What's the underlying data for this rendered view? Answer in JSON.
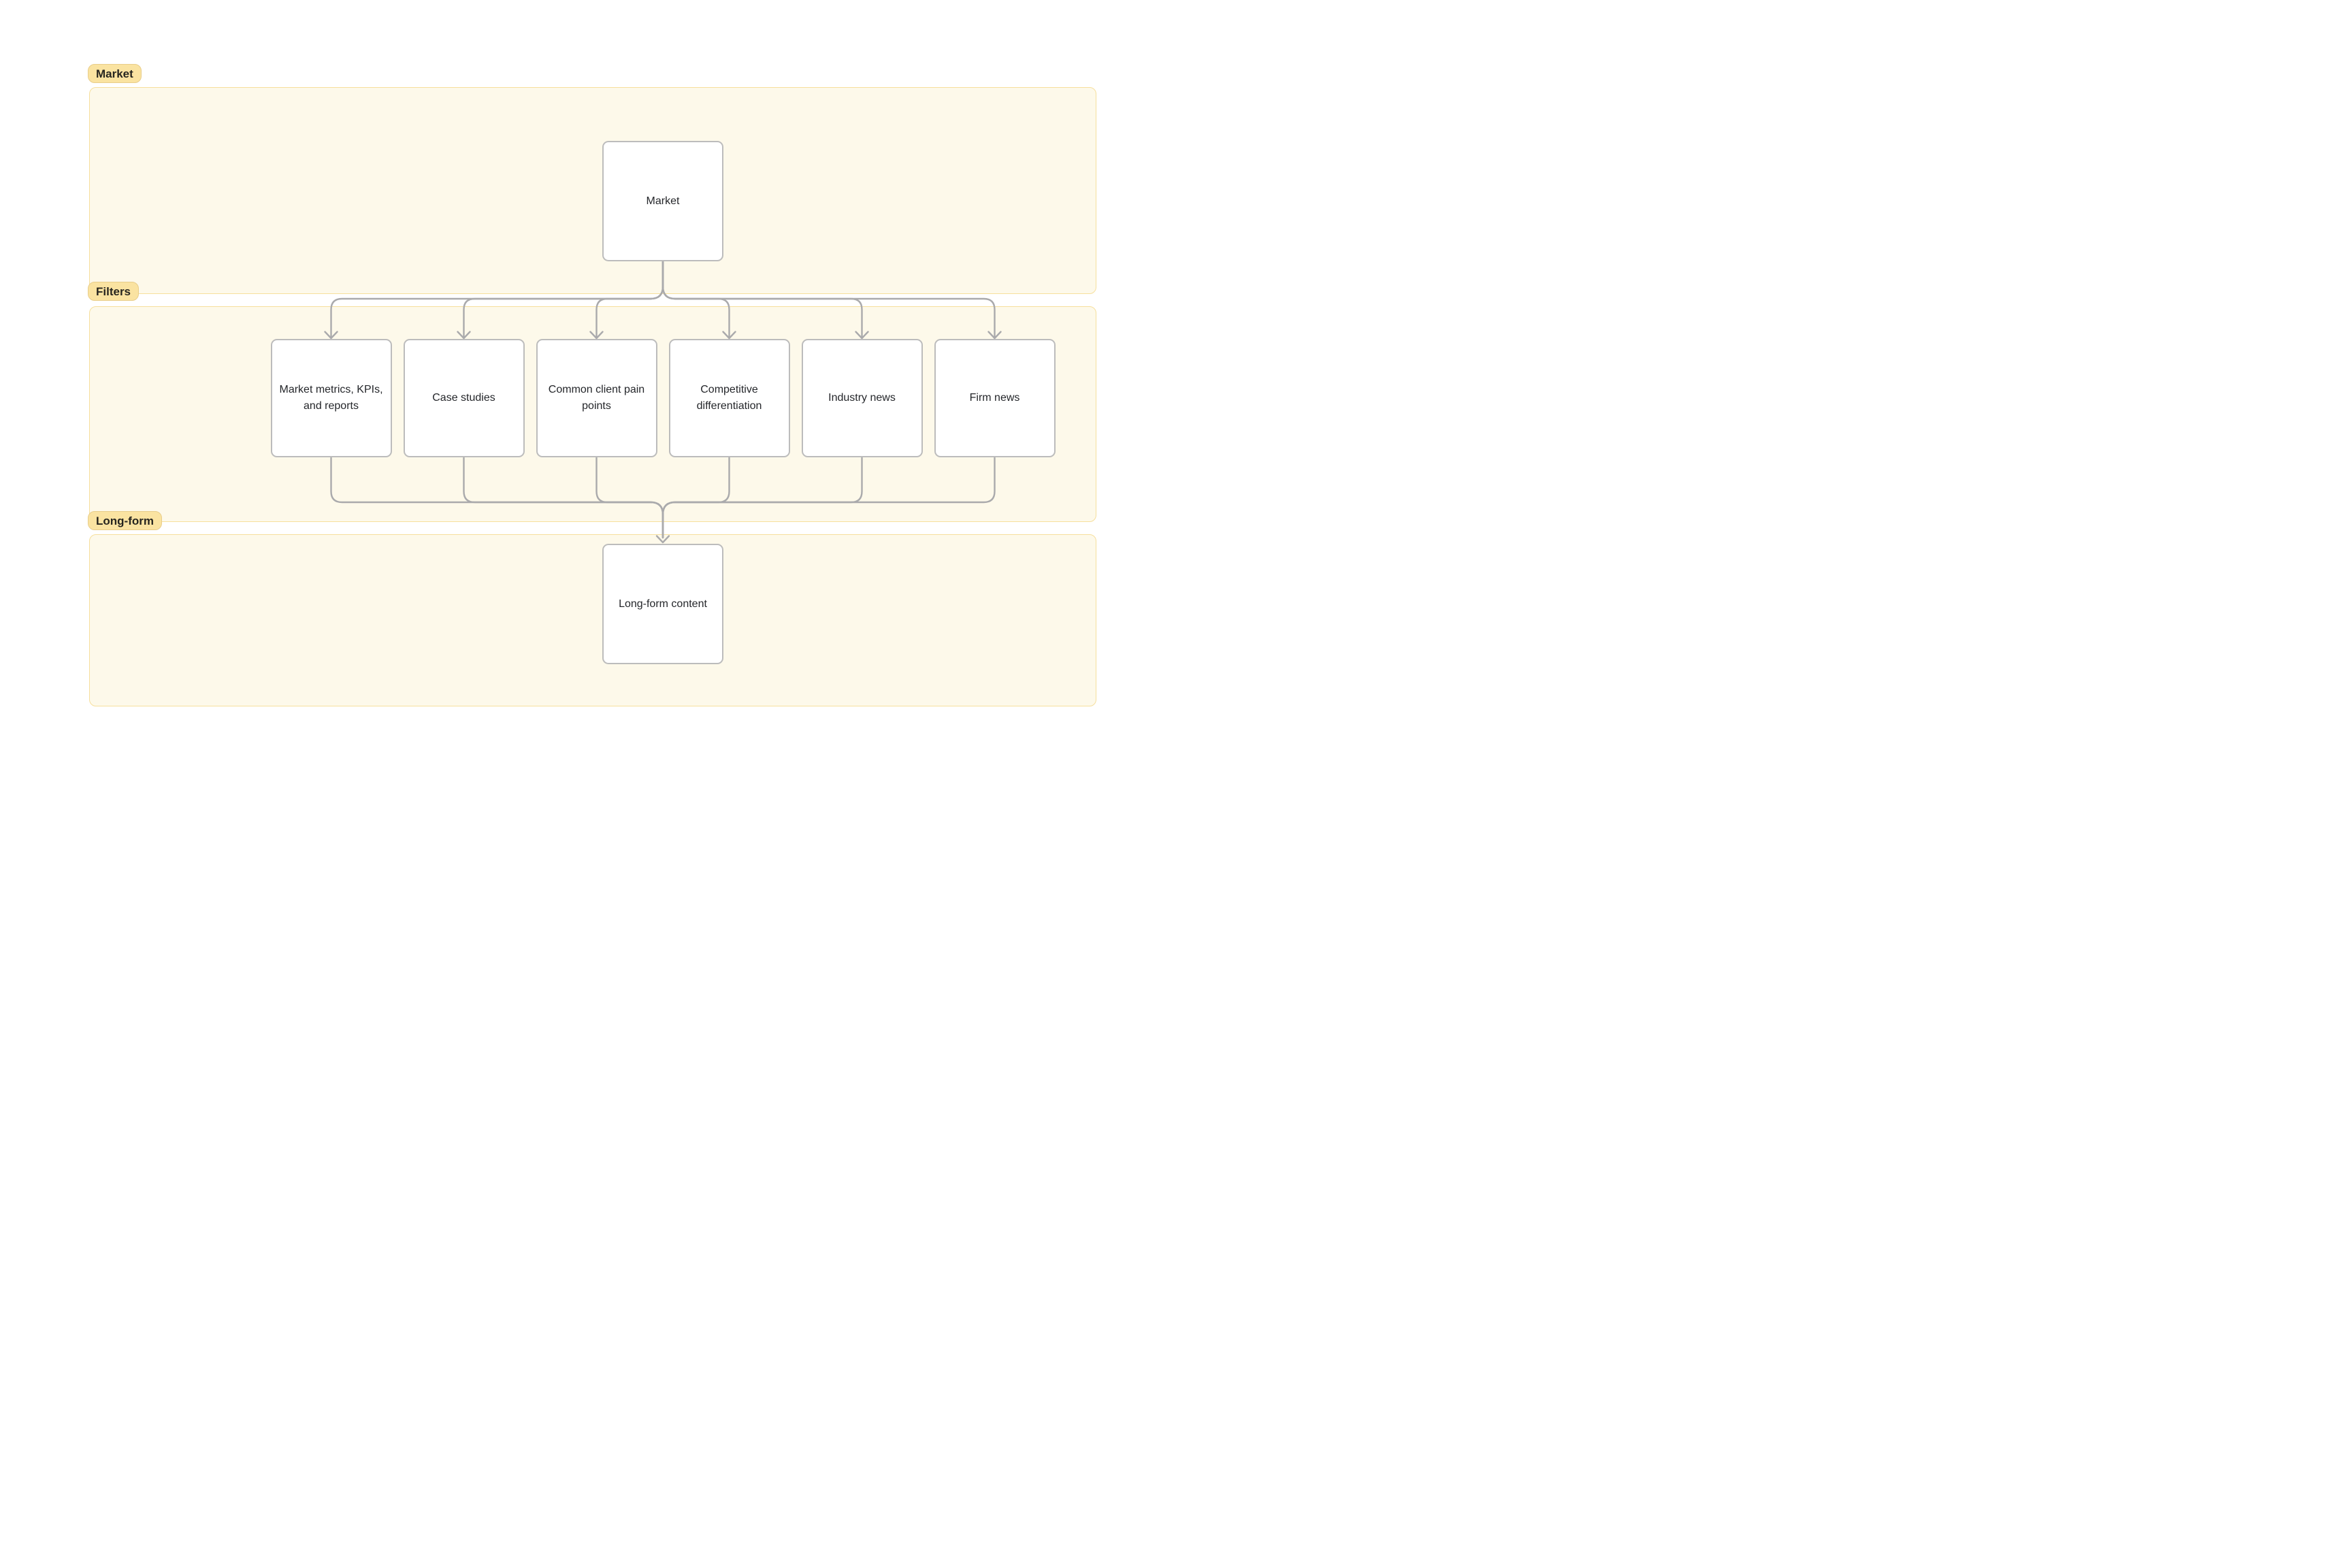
{
  "diagram": {
    "sections": [
      {
        "id": "market",
        "label": "Market"
      },
      {
        "id": "filters",
        "label": "Filters"
      },
      {
        "id": "longform",
        "label": "Long-form"
      }
    ],
    "nodes": {
      "market": {
        "label": "Market"
      },
      "filters": [
        {
          "label": "Market metrics, KPIs, and reports"
        },
        {
          "label": "Case studies"
        },
        {
          "label": "Common client pain points"
        },
        {
          "label": "Competitive differentiation"
        },
        {
          "label": "Industry news"
        },
        {
          "label": "Firm news"
        }
      ],
      "longform": {
        "label": "Long-form content"
      }
    },
    "edges": [
      {
        "from": "Market",
        "to": "Market metrics, KPIs, and reports"
      },
      {
        "from": "Market",
        "to": "Case studies"
      },
      {
        "from": "Market",
        "to": "Common client pain points"
      },
      {
        "from": "Market",
        "to": "Competitive differentiation"
      },
      {
        "from": "Market",
        "to": "Industry news"
      },
      {
        "from": "Market",
        "to": "Firm news"
      },
      {
        "from": "Market metrics, KPIs, and reports",
        "to": "Long-form content"
      },
      {
        "from": "Case studies",
        "to": "Long-form content"
      },
      {
        "from": "Common client pain points",
        "to": "Long-form content"
      },
      {
        "from": "Competitive differentiation",
        "to": "Long-form content"
      },
      {
        "from": "Industry news",
        "to": "Long-form content"
      },
      {
        "from": "Firm news",
        "to": "Long-form content"
      }
    ],
    "colors": {
      "page_background": "#ffffff",
      "section_background": "#fdf9ea",
      "section_border": "#f6df9c",
      "badge_background": "#fae3a1",
      "badge_border": "#e8cd8a",
      "badge_text": "#26251f",
      "node_background": "#ffffff",
      "node_border": "#bcbcbc",
      "node_text": "#24262a",
      "edge_stroke": "#aaaaac"
    }
  }
}
